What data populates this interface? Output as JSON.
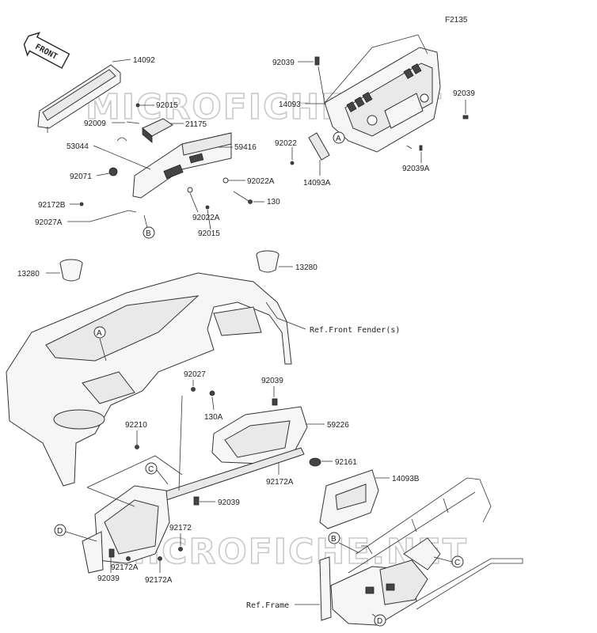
{
  "figure_id": "F2135",
  "front_label": "FRONT",
  "watermark": "MICROFICHE.NET",
  "part_labels": {
    "p14092": "14092",
    "p92015_top": "92015",
    "p92009": "92009",
    "p21175": "21175",
    "p53044": "53044",
    "p59416": "59416",
    "p92071": "92071",
    "p92022A_r": "92022A",
    "p130": "130",
    "p92022A_b": "92022A",
    "p92015_b": "92015",
    "p92172B": "92172B",
    "p92027A": "92027A",
    "p92039_tr": "92039",
    "p14093": "14093",
    "p92039_r": "92039",
    "p92022": "92022",
    "p14093A": "14093A",
    "p92039A": "92039A",
    "p13280_l": "13280",
    "p13280_r": "13280",
    "p92027": "92027",
    "p92039_m": "92039",
    "p130A": "130A",
    "p92210": "92210",
    "p59226": "59226",
    "p92161": "92161",
    "p92172A_m": "92172A",
    "p14093B": "14093B",
    "p92039_b": "92039",
    "p92172": "92172",
    "p92172A_bl": "92172A",
    "p92039_bl": "92039",
    "p92172A_b2": "92172A"
  },
  "ref_labels": {
    "front_fender": "Ref.Front Fender(s)",
    "frame": "Ref.Frame"
  },
  "callouts": {
    "A": "A",
    "B": "B",
    "C": "C",
    "D": "D"
  }
}
